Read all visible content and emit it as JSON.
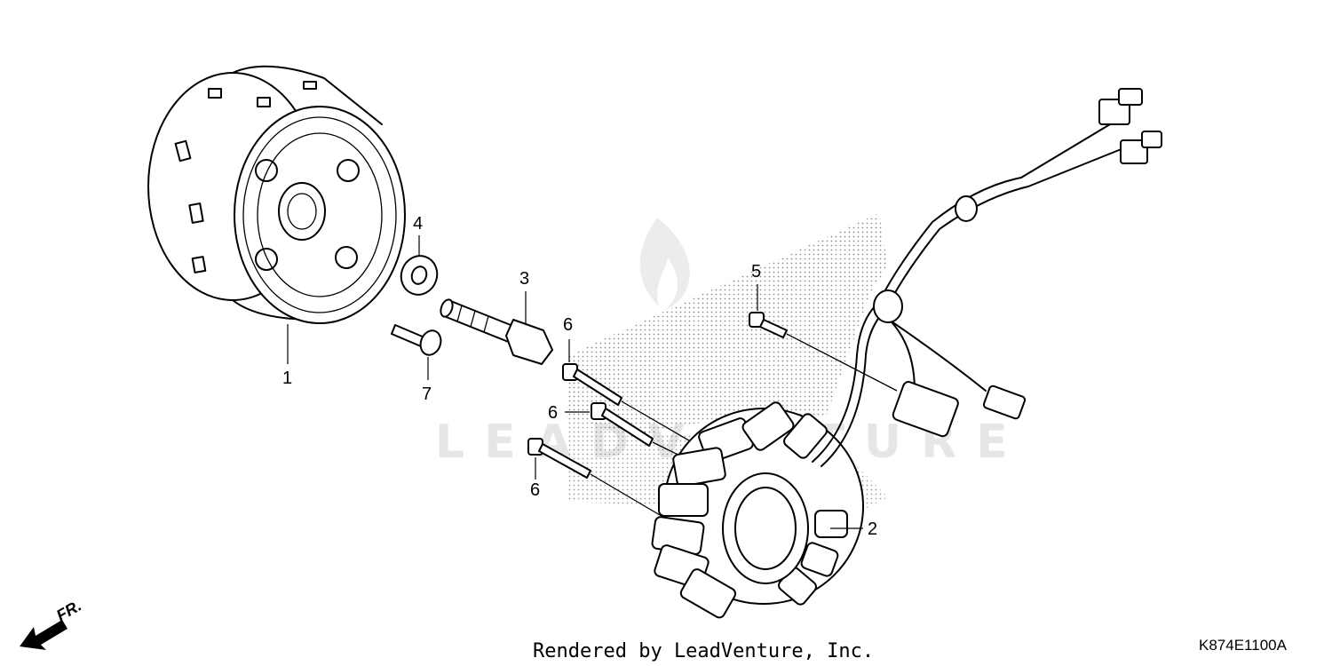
{
  "watermark": {
    "text": "LEADVENTURE"
  },
  "callouts": {
    "flywheel": "1",
    "stator": "2",
    "flywheel_bolt": "3",
    "washer": "4",
    "pulse_generator_bolt": "5",
    "stator_bolt_a": "6",
    "stator_bolt_b": "6",
    "stator_bolt_c": "6",
    "flange_bolt": "7"
  },
  "footer": {
    "rendered_by": "Rendered by LeadVenture, Inc.",
    "diagram_code": "K874E1100A"
  },
  "direction": {
    "label": "FR."
  }
}
